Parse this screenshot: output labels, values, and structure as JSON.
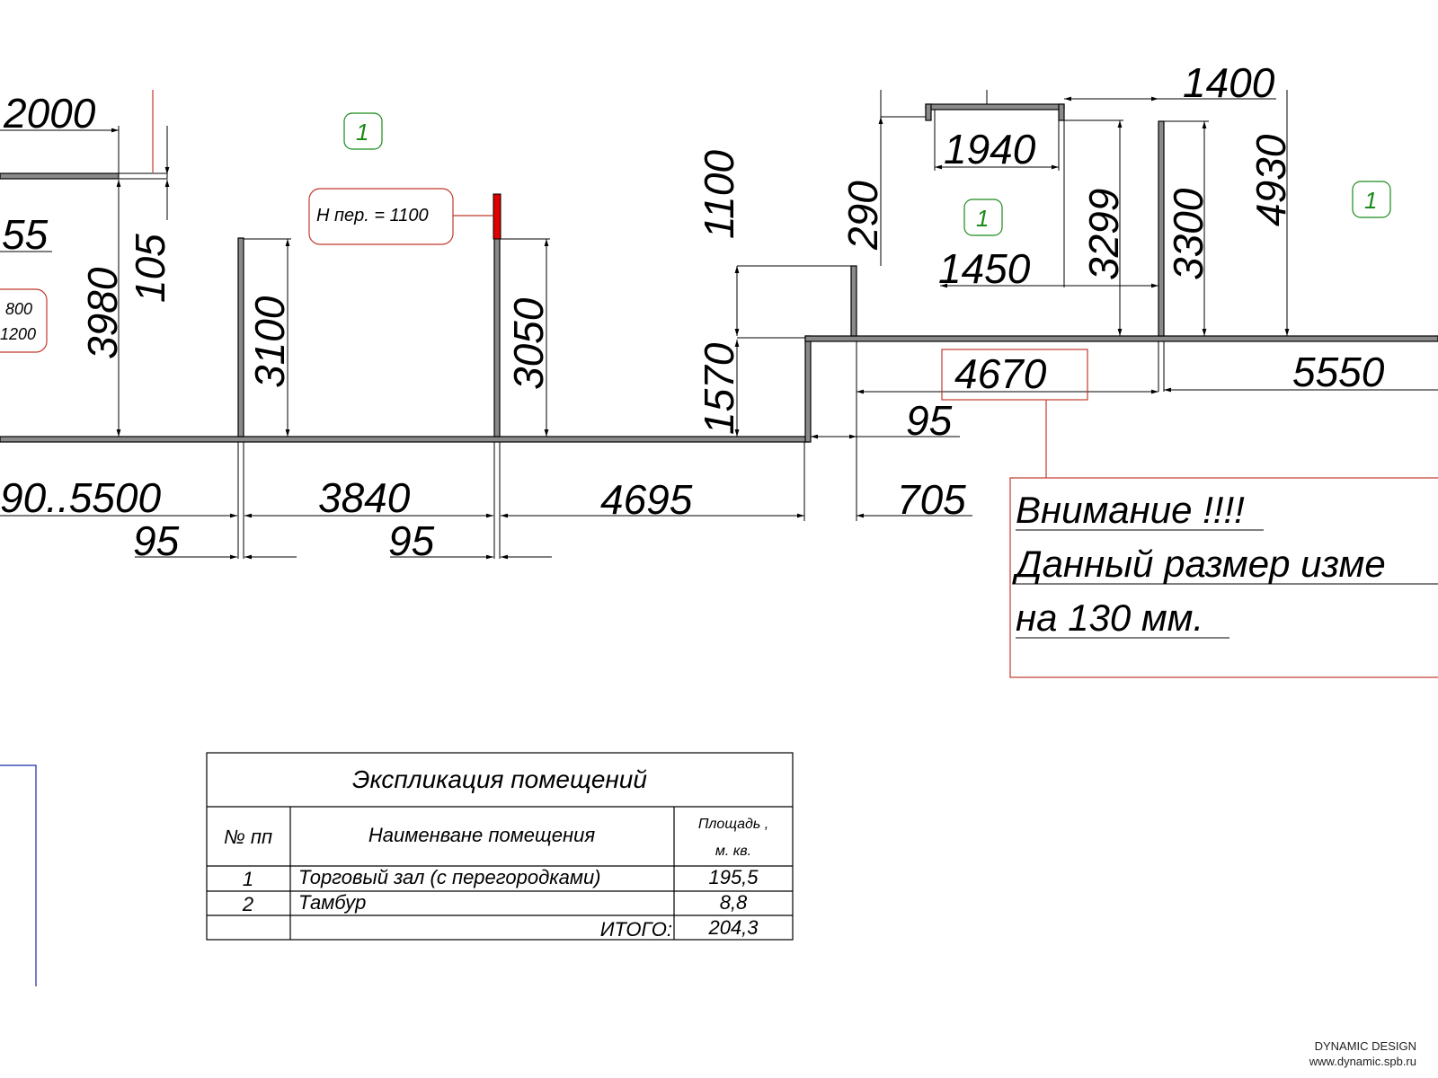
{
  "dimensions": {
    "d2000": "2000",
    "d55": "55",
    "d105": "105",
    "d3980": "3980",
    "d3100": "3100",
    "d3050": "3050",
    "d1100": "1100",
    "d1570": "1570",
    "d290": "290",
    "d1940": "1940",
    "d1450": "1450",
    "d3299": "3299",
    "d3300": "3300",
    "d4930": "4930",
    "d1400": "1400",
    "d4670": "4670",
    "d5550": "5550",
    "d95a": "95",
    "d90_5500": "90..5500",
    "d3840": "3840",
    "d4695": "4695",
    "d705": "705",
    "d95b": "95",
    "d95c": "95"
  },
  "left_note": {
    "line1": "800",
    "line2": "1200"
  },
  "height_callout": "H пер. = 1100",
  "room_tags": [
    "1",
    "1",
    "1"
  ],
  "warning": {
    "line1": "Внимание !!!!",
    "line2": "Данный размер изме",
    "line3": "на 130 мм."
  },
  "explication": {
    "title": "Экспликация помещений",
    "headers": {
      "num": "№ пп",
      "name": "Наименване помещения",
      "area_1": "Площадь ,",
      "area_2": "м. кв."
    },
    "rows": [
      {
        "num": "1",
        "name": "Торговый зал (с перегородками)",
        "area": "195,5"
      },
      {
        "num": "2",
        "name": "Тамбур",
        "area": "8,8"
      }
    ],
    "total_label": "ИТОГО:",
    "total_value": "204,3"
  },
  "brand": {
    "name": "DYNAMIC DESIGN",
    "url": "www.dynamic.spb.ru"
  },
  "colors": {
    "wall": "#8a8a8a",
    "callout": "#c0392b",
    "tag": "#1a8a1a",
    "frame": "#1a2aa8",
    "partition": "#e00000"
  }
}
